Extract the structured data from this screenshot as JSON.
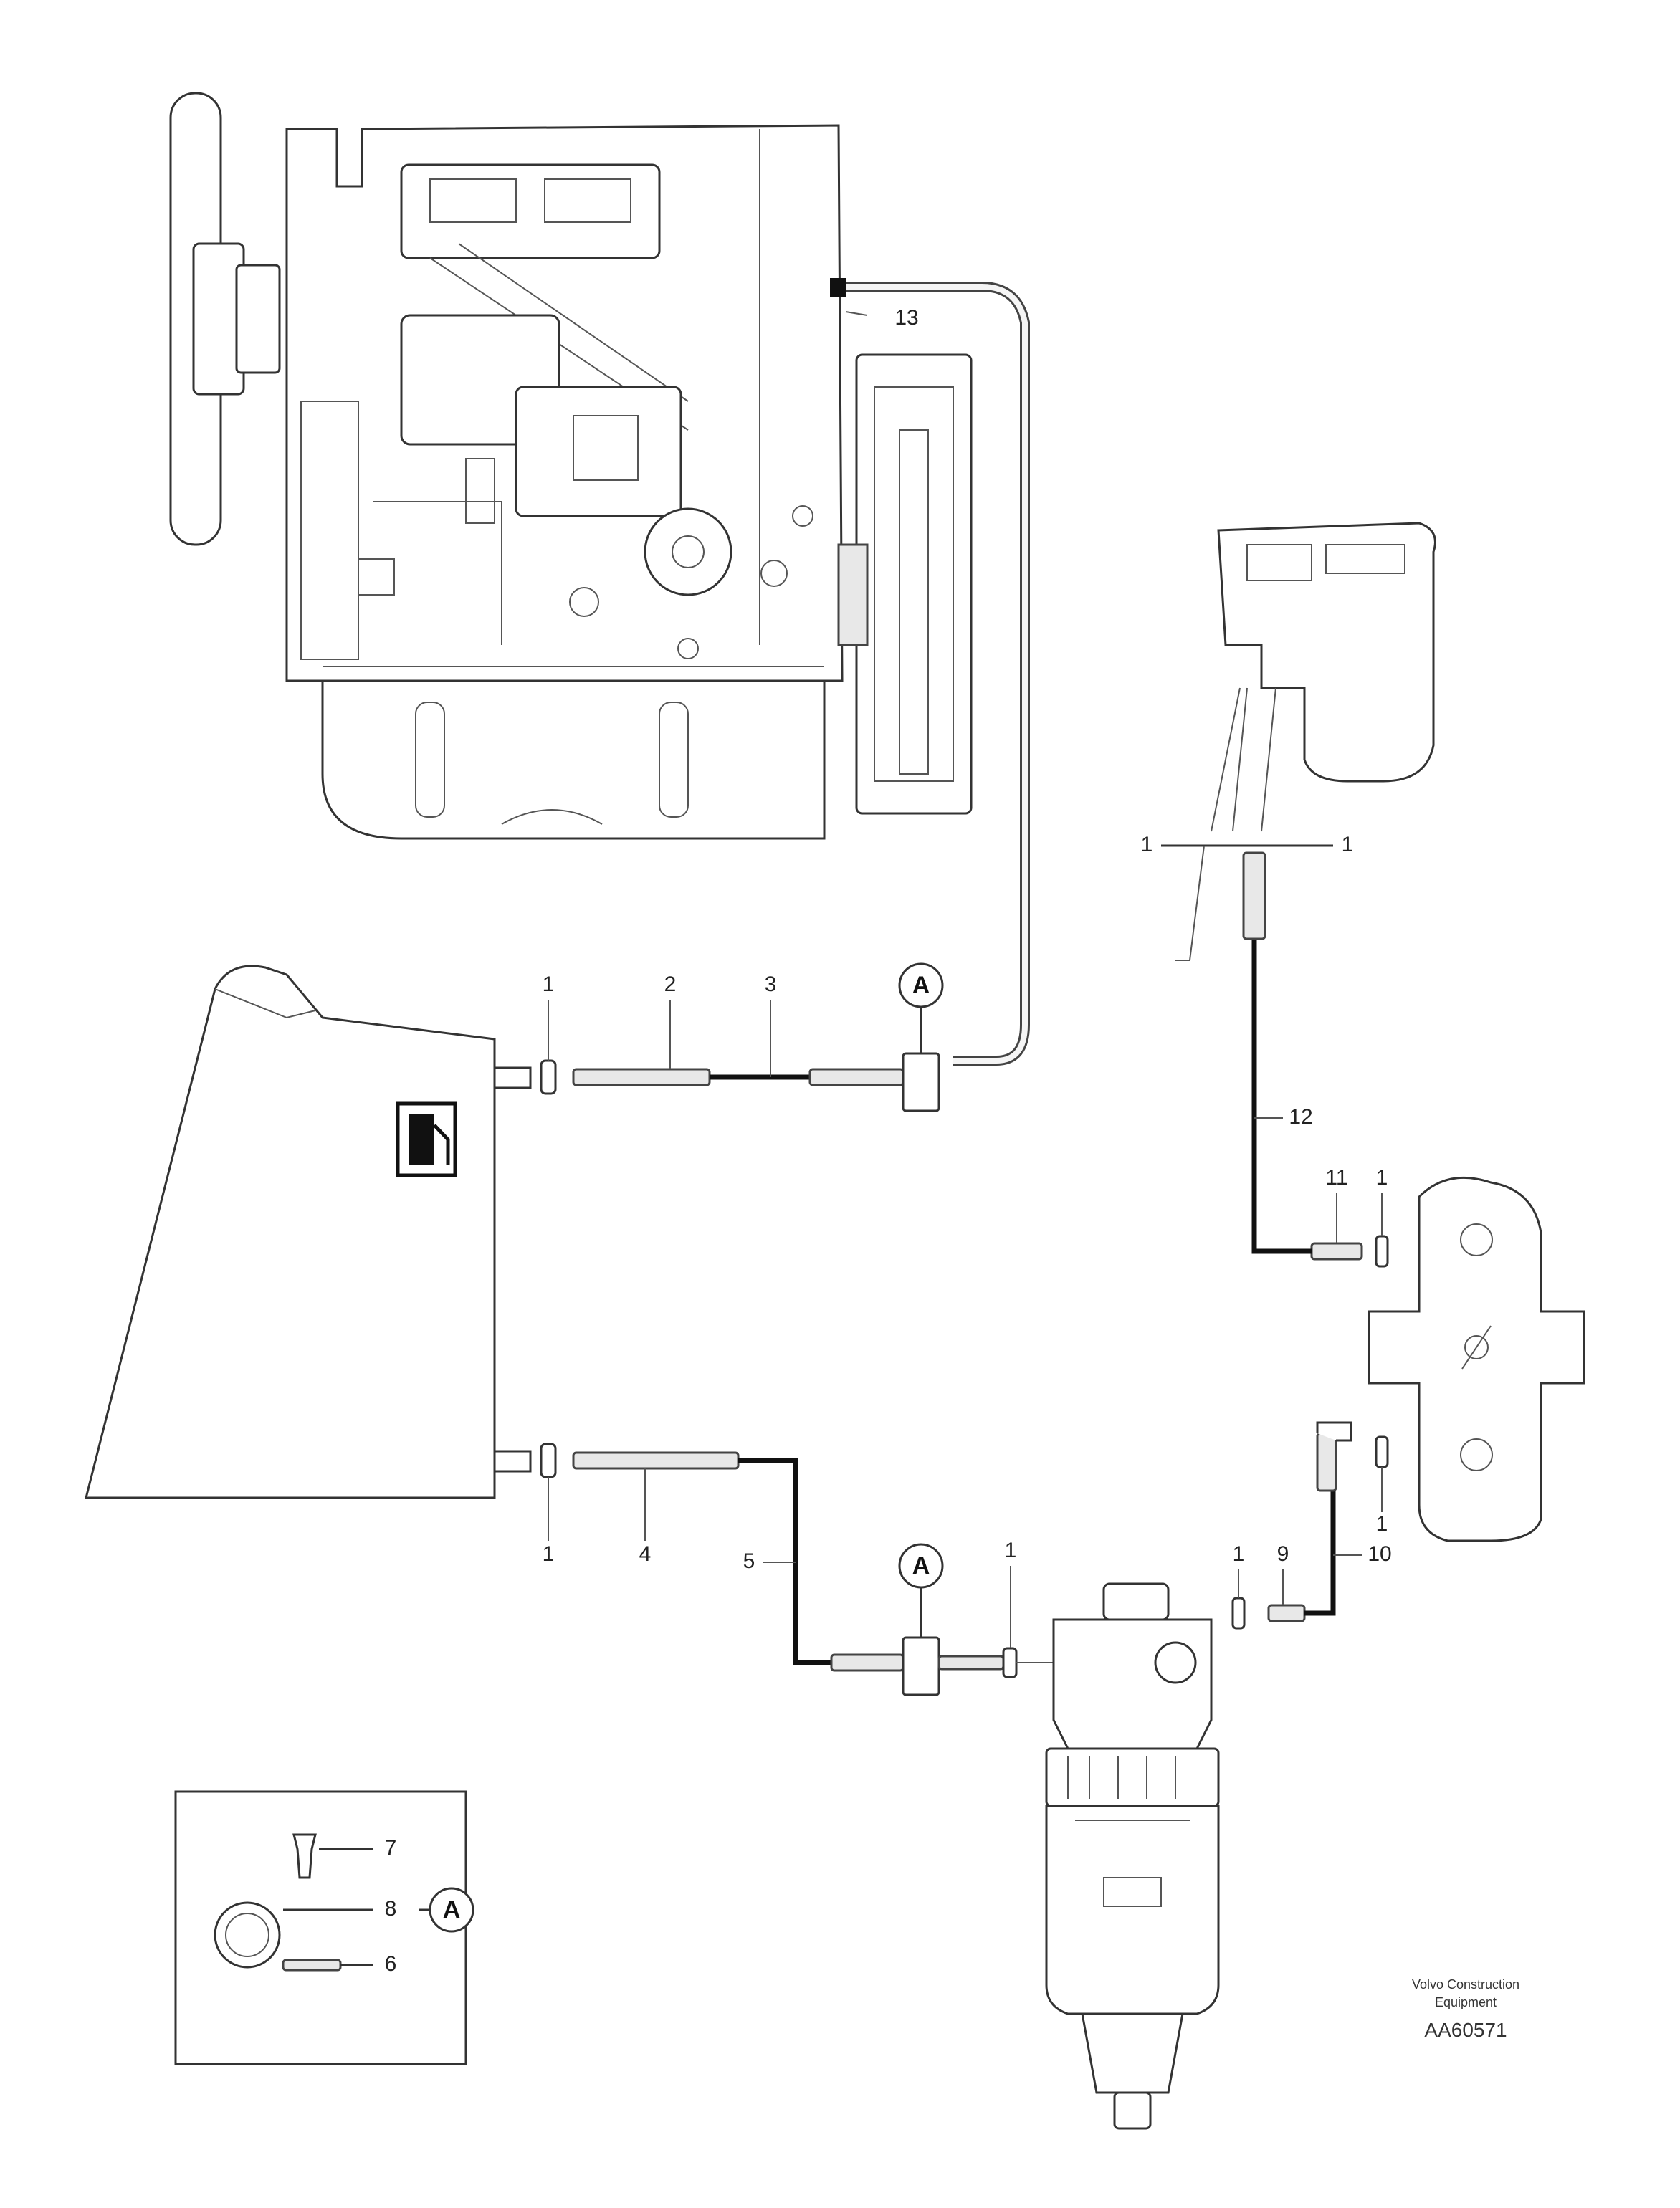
{
  "callouts": {
    "c1a": "1",
    "c2": "2",
    "c3": "3",
    "c1b": "1",
    "c4": "4",
    "c5": "5",
    "c1c": "1",
    "c1d": "1",
    "c9": "9",
    "c10": "10",
    "c1e": "1",
    "c1f": "1",
    "c1g": "1",
    "c11": "11",
    "c12": "12",
    "c13": "13",
    "c1h": "1",
    "c7": "7",
    "c8": "8",
    "c6": "6"
  },
  "detail_marker": "A",
  "footer": {
    "line1": "Volvo Construction",
    "line2": "Equipment",
    "code": "AA60571"
  },
  "colors": {
    "line": "#333333",
    "hose": "#111111",
    "background": "#ffffff"
  }
}
